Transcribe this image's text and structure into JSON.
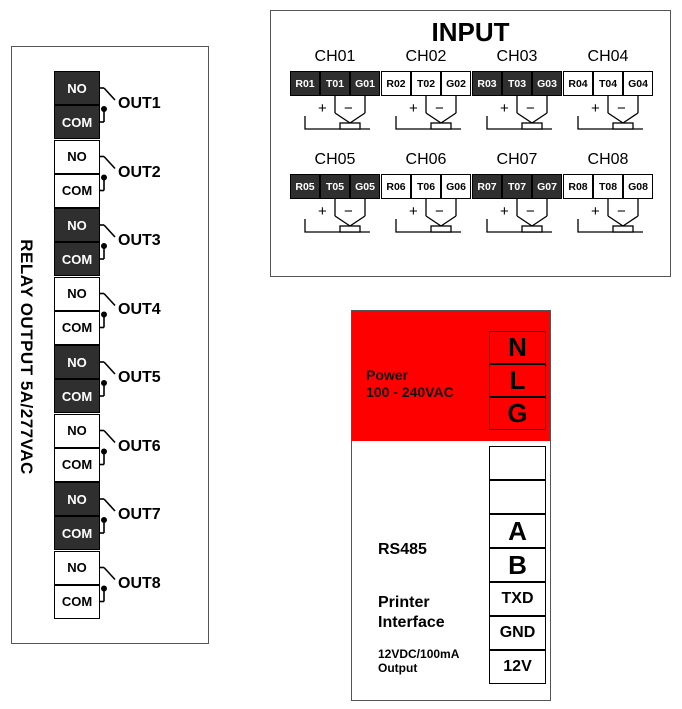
{
  "relay": {
    "title": "RELAY OUTPUT  5A/277VAC",
    "outputs": [
      {
        "no": "NO",
        "com": "COM",
        "label": "OUT1"
      },
      {
        "no": "NO",
        "com": "COM",
        "label": "OUT2"
      },
      {
        "no": "NO",
        "com": "COM",
        "label": "OUT3"
      },
      {
        "no": "NO",
        "com": "COM",
        "label": "OUT4"
      },
      {
        "no": "NO",
        "com": "COM",
        "label": "OUT5"
      },
      {
        "no": "NO",
        "com": "COM",
        "label": "OUT6"
      },
      {
        "no": "NO",
        "com": "COM",
        "label": "OUT7"
      },
      {
        "no": "NO",
        "com": "COM",
        "label": "OUT8"
      }
    ]
  },
  "input": {
    "title": "INPUT",
    "plus": "+",
    "minus": "−",
    "channels": [
      {
        "label": "CH01",
        "terms": [
          "R01",
          "T01",
          "G01"
        ]
      },
      {
        "label": "CH02",
        "terms": [
          "R02",
          "T02",
          "G02"
        ]
      },
      {
        "label": "CH03",
        "terms": [
          "R03",
          "T03",
          "G03"
        ]
      },
      {
        "label": "CH04",
        "terms": [
          "R04",
          "T04",
          "G04"
        ]
      },
      {
        "label": "CH05",
        "terms": [
          "R05",
          "T05",
          "G05"
        ]
      },
      {
        "label": "CH06",
        "terms": [
          "R06",
          "T06",
          "G06"
        ]
      },
      {
        "label": "CH07",
        "terms": [
          "R07",
          "T07",
          "G07"
        ]
      },
      {
        "label": "CH08",
        "terms": [
          "R08",
          "T08",
          "G08"
        ]
      }
    ]
  },
  "power": {
    "line1": "Power",
    "line2": "100 - 240VAC",
    "terms": [
      "N",
      "L",
      "G"
    ],
    "color": "#ff0000"
  },
  "comm": {
    "terms": [
      "",
      "",
      "A",
      "B",
      "TXD",
      "GND",
      "12V"
    ],
    "rs485": "RS485",
    "printer1": "Printer",
    "printer2": "Interface",
    "out1": "12VDC/100mA",
    "out2": "Output"
  }
}
